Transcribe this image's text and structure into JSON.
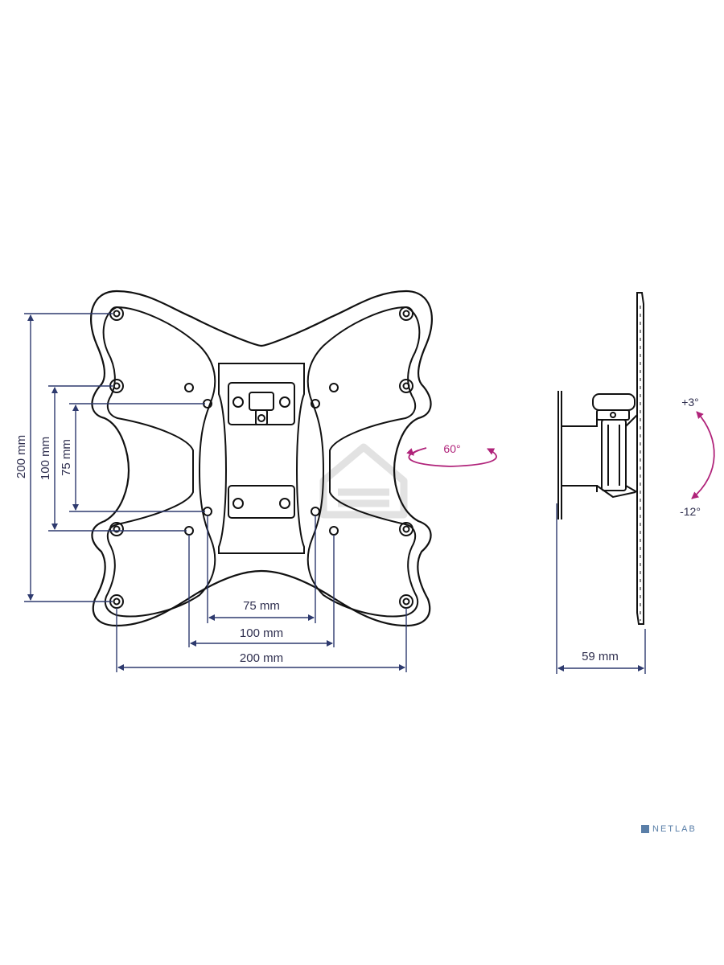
{
  "vertical_dimensions": {
    "outer": "200 mm",
    "middle": "100 mm",
    "inner": "75 mm"
  },
  "horizontal_dimensions": {
    "inner": "75 mm",
    "middle": "100 mm",
    "outer": "200 mm"
  },
  "swivel": {
    "label": "60°"
  },
  "side_view": {
    "depth": "59 mm",
    "tilt_up": "+3°",
    "tilt_down": "-12°"
  },
  "watermark": {
    "brand": "NETLAB"
  },
  "colors": {
    "line": "#111111",
    "dimension": "#2e3a6e",
    "rotation": "#b0237a",
    "brand": "#5a7fa8",
    "watermark_house": "#e2e2e2"
  }
}
